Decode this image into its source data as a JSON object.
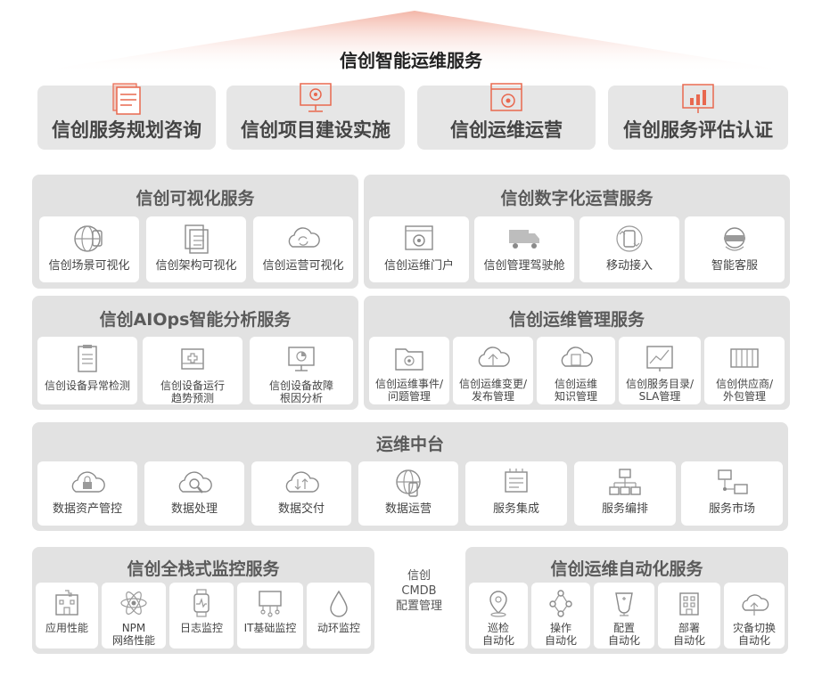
{
  "title": "信创智能运维服务",
  "top_services": [
    {
      "label": "信创服务规划咨询",
      "icon": "document-stack-icon"
    },
    {
      "label": "信创项目建设实施",
      "icon": "monitor-gear-icon"
    },
    {
      "label": "信创运维运营",
      "icon": "browser-gear-icon"
    },
    {
      "label": "信创服务评估认证",
      "icon": "chart-board-icon"
    }
  ],
  "visual": {
    "title": "信创可视化服务",
    "items": [
      {
        "label": "信创场景可视化",
        "icon": "globe-device-icon"
      },
      {
        "label": "信创架构可视化",
        "icon": "document-copy-icon"
      },
      {
        "label": "信创运营可视化",
        "icon": "cloud-refresh-icon"
      }
    ]
  },
  "digital": {
    "title": "信创数字化运营服务",
    "items": [
      {
        "label": "信创运维门户",
        "icon": "browser-gear-icon"
      },
      {
        "label": "信创管理驾驶舱",
        "icon": "truck-icon"
      },
      {
        "label": "移动接入",
        "icon": "mobile-sync-icon"
      },
      {
        "label": "智能客服",
        "icon": "headset-icon"
      }
    ]
  },
  "aiops": {
    "title": "信创AIOps智能分析服务",
    "items": [
      {
        "label": "信创设备异常检测",
        "icon": "clipboard-icon"
      },
      {
        "label": "信创设备运行\n趋势预测",
        "icon": "medical-box-icon"
      },
      {
        "label": "信创设备故障\n根因分析",
        "icon": "monitor-chart-icon"
      }
    ]
  },
  "ops_mgmt": {
    "title": "信创运维管理服务",
    "items": [
      {
        "label": "信创运维事件/\n问题管理",
        "icon": "folder-gear-icon"
      },
      {
        "label": "信创运维变更/\n发布管理",
        "icon": "cloud-upload-icon"
      },
      {
        "label": "信创运维\n知识管理",
        "icon": "cloud-document-icon"
      },
      {
        "label": "信创服务目录/\nSLA管理",
        "icon": "trend-chart-icon"
      },
      {
        "label": "信创供应商/\n外包管理",
        "icon": "container-icon"
      }
    ]
  },
  "middle": {
    "title": "运维中台",
    "items": [
      {
        "label": "数据资产管控",
        "icon": "cloud-lock-icon"
      },
      {
        "label": "数据处理",
        "icon": "cloud-search-icon"
      },
      {
        "label": "数据交付",
        "icon": "cloud-transfer-icon"
      },
      {
        "label": "数据运营",
        "icon": "globe-phone-icon"
      },
      {
        "label": "服务集成",
        "icon": "chip-icon"
      },
      {
        "label": "服务编排",
        "icon": "org-chart-icon"
      },
      {
        "label": "服务市场",
        "icon": "network-monitor-icon"
      }
    ]
  },
  "monitoring": {
    "title": "信创全栈式监控服务",
    "items": [
      {
        "label": "应用性能",
        "icon": "hospital-building-icon"
      },
      {
        "label": "NPM\n网络性能",
        "icon": "atom-icon"
      },
      {
        "label": "日志监控",
        "icon": "smartwatch-icon"
      },
      {
        "label": "IT基础监控",
        "icon": "circuit-monitor-icon"
      },
      {
        "label": "动环监控",
        "icon": "water-drop-icon"
      }
    ]
  },
  "cmdb": {
    "label": "信创\nCMDB\n配置管理"
  },
  "automation": {
    "title": "信创运维自动化服务",
    "items": [
      {
        "label": "巡检\n自动化",
        "icon": "location-pin-icon"
      },
      {
        "label": "操作\n自动化",
        "icon": "molecule-icon"
      },
      {
        "label": "配置\n自动化",
        "icon": "medicine-cup-icon"
      },
      {
        "label": "部署\n自动化",
        "icon": "building-icon"
      },
      {
        "label": "灾备切换\n自动化",
        "icon": "cloud-upload-icon"
      }
    ]
  },
  "colors": {
    "accent": "#e8684f",
    "panel": "#e2e2e2",
    "card": "#ffffff",
    "title": "#222222"
  }
}
